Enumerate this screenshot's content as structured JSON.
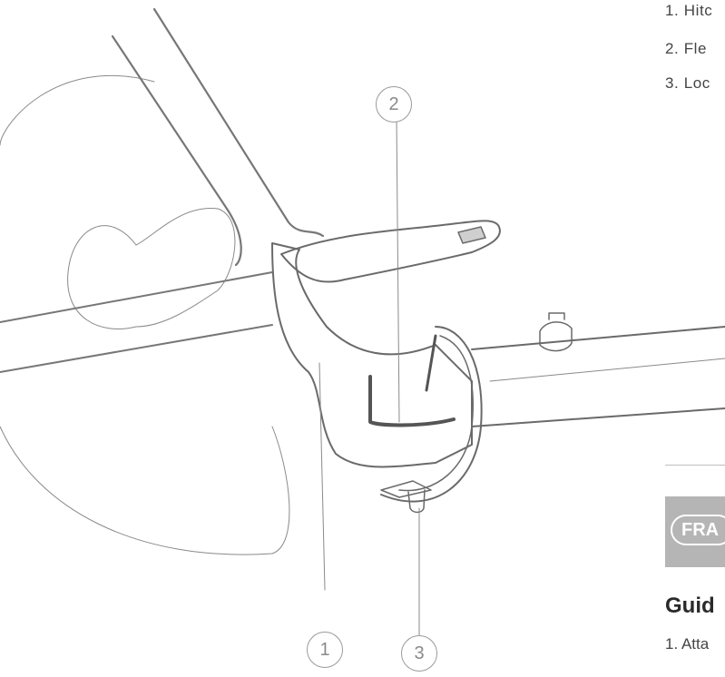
{
  "instructions": {
    "items": [
      {
        "text": "1. Hitc"
      },
      {
        "text": "2. Fle"
      },
      {
        "text": "3. Loc"
      }
    ]
  },
  "callouts": {
    "one": "1",
    "two": "2",
    "three": "3"
  },
  "language_tab": {
    "label": "FRA"
  },
  "section": {
    "title": "Guid",
    "first_line": "1. Atta"
  },
  "colors": {
    "line": "#6a6a6a",
    "band": "#b5b5b5",
    "strap": "#555555"
  }
}
